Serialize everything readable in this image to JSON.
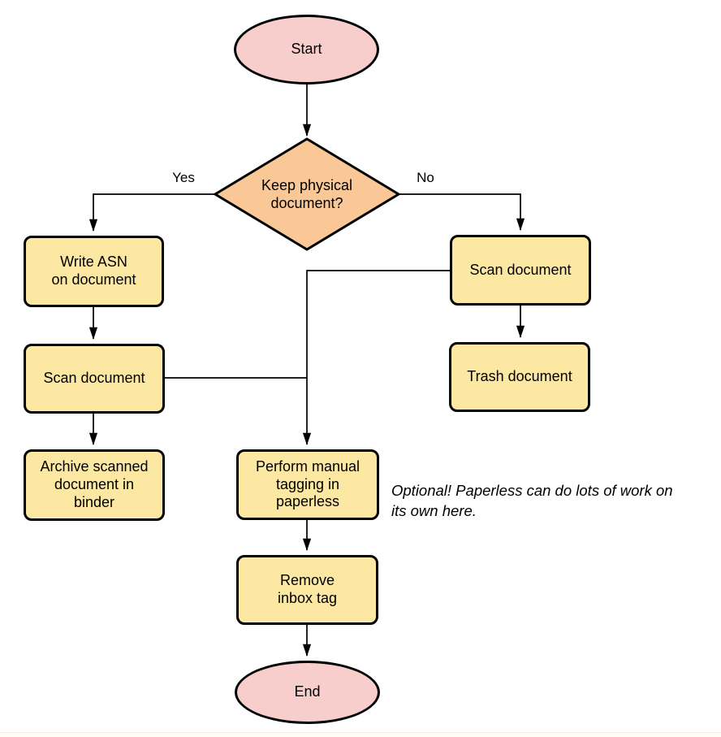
{
  "diagram": {
    "nodes": {
      "start": {
        "type": "terminator",
        "label": "Start"
      },
      "keep_physical_document": {
        "type": "decision",
        "lines": [
          "Keep physical",
          "document?"
        ]
      },
      "write_asn": {
        "type": "process",
        "lines": [
          "Write ASN",
          "on document"
        ]
      },
      "scan_document_left": {
        "type": "process",
        "label": "Scan document"
      },
      "archive_scanned": {
        "type": "process",
        "lines": [
          "Archive scanned",
          "document in",
          "binder"
        ]
      },
      "scan_document_right": {
        "type": "process",
        "label": "Scan document"
      },
      "trash_document": {
        "type": "process",
        "label": "Trash document"
      },
      "perform_manual_tagging": {
        "type": "process",
        "lines": [
          "Perform manual",
          "tagging in",
          "paperless"
        ]
      },
      "remove_inbox_tag": {
        "type": "process",
        "lines": [
          "Remove",
          "inbox tag"
        ]
      },
      "end": {
        "type": "terminator",
        "label": "End"
      }
    },
    "edge_labels": {
      "yes": "Yes",
      "no": "No"
    },
    "note": {
      "lines": [
        "Optional! Paperless can do lots of work on",
        "its own here."
      ]
    },
    "colors": {
      "terminator_fill": "#f8cecc",
      "decision_fill": "#fac796",
      "process_fill": "#fce8a2",
      "stroke": "#000000"
    }
  }
}
